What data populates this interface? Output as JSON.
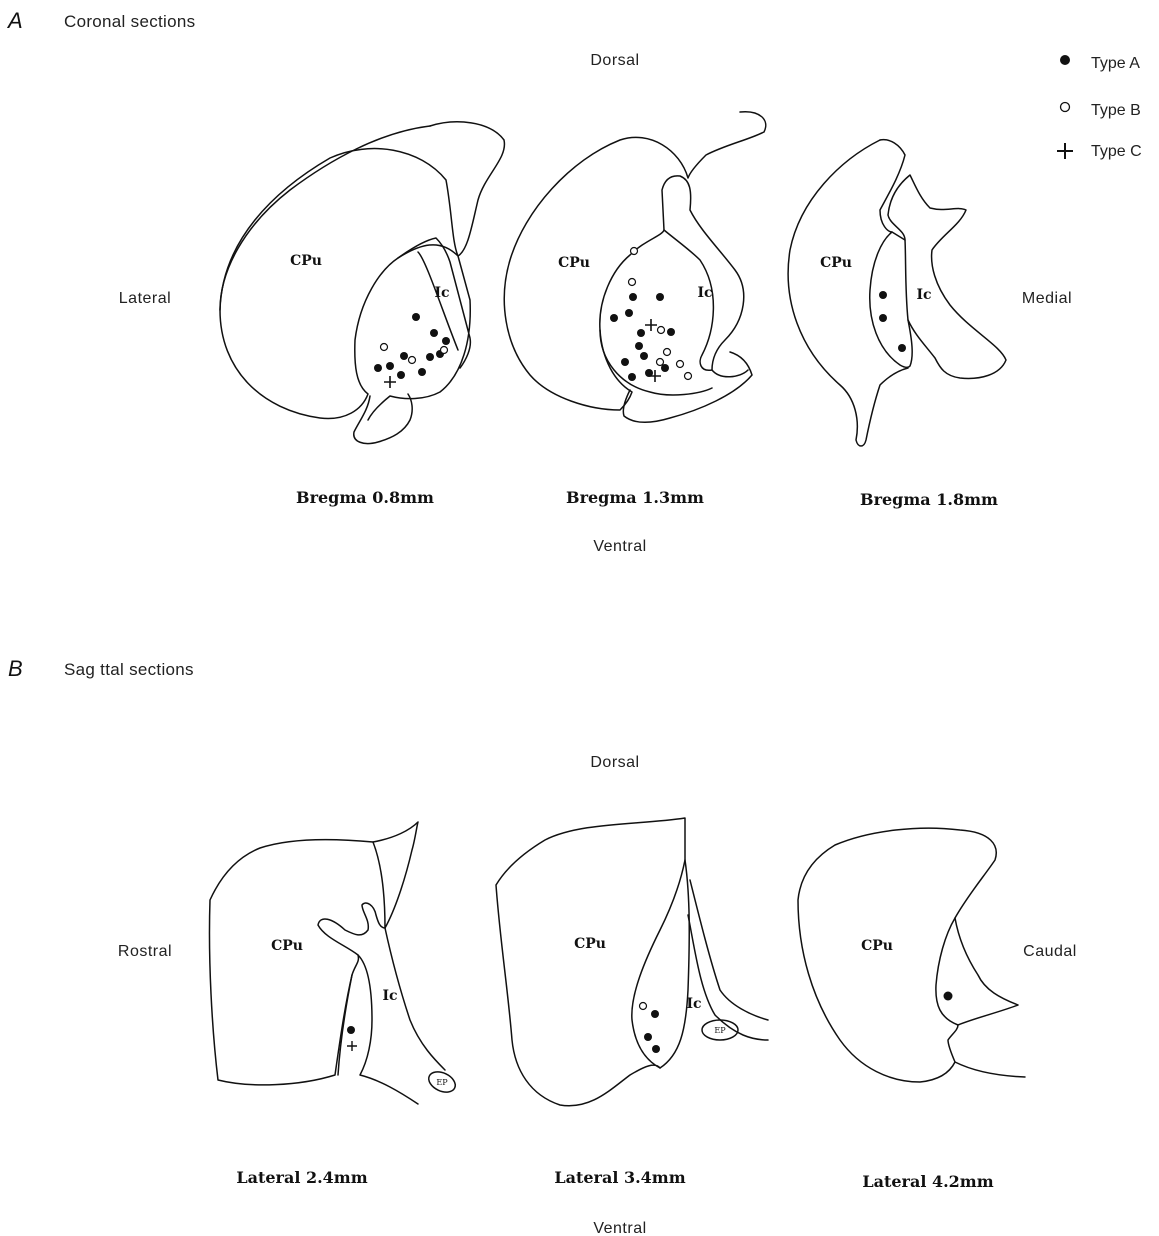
{
  "panel_a": {
    "letter": "A",
    "title": "Coronal sections",
    "directions": {
      "top": "Dorsal",
      "bottom": "Ventral",
      "left": "Lateral",
      "right": "Medial"
    },
    "sections": [
      {
        "region_cpu": "CPu",
        "region_ic": "Ic",
        "caption": "Bregma 0.8mm"
      },
      {
        "region_cpu": "CPu",
        "region_ic": "Ic",
        "caption": "Bregma 1.3mm"
      },
      {
        "region_cpu": "CPu",
        "region_ic": "Ic",
        "caption": "Bregma 1.8mm"
      }
    ]
  },
  "legend": [
    {
      "symbol": "filled-circle",
      "label": "Type A"
    },
    {
      "symbol": "open-circle",
      "label": "Type B"
    },
    {
      "symbol": "cross",
      "label": "Type C"
    }
  ],
  "panel_b": {
    "letter": "B",
    "title": "Sag ttal sections",
    "directions": {
      "top": "Dorsal",
      "bottom": "Ventral",
      "left": "Rostral",
      "right": "Caudal"
    },
    "sections": [
      {
        "region_cpu": "CPu",
        "region_ic": "Ic",
        "region_ep": "EP",
        "caption": "Lateral 2.4mm"
      },
      {
        "region_cpu": "CPu",
        "region_ic": "Ic",
        "region_ep": "EP",
        "caption": "Lateral 3.4mm"
      },
      {
        "region_cpu": "CPu",
        "caption": "Lateral 4.2mm"
      }
    ]
  }
}
